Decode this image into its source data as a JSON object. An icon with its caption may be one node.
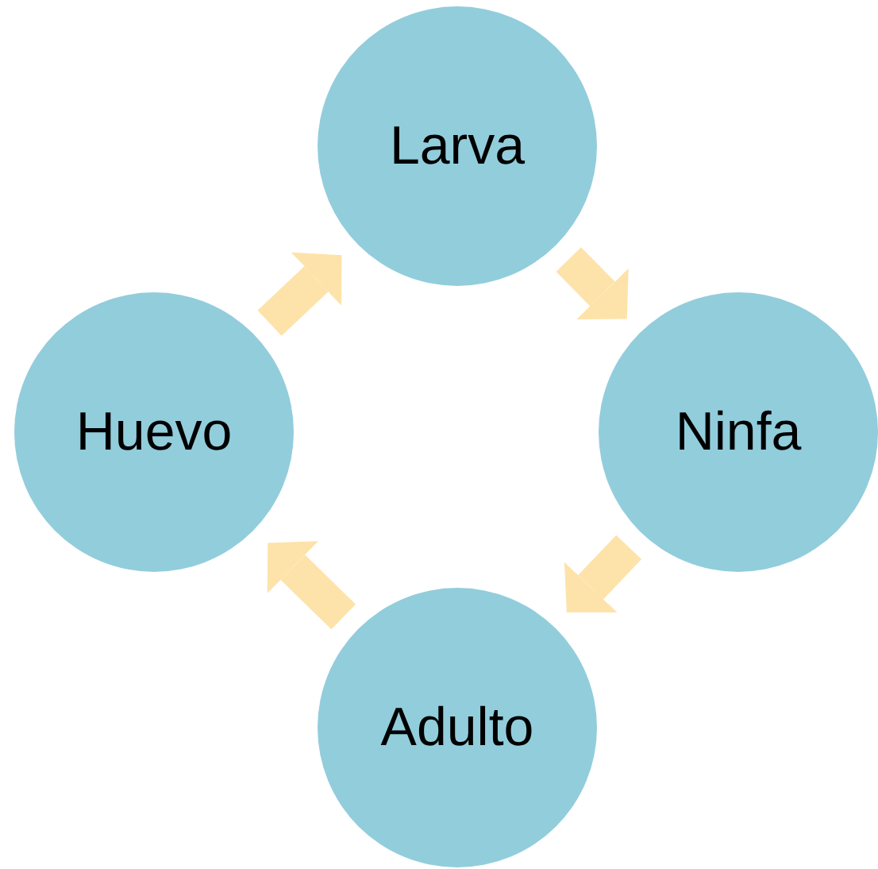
{
  "diagram": {
    "nodes": [
      {
        "text": [
          "Larva"
        ]
      },
      {
        "text": [
          "Ninfa"
        ]
      },
      {
        "text": [
          "Adulto"
        ]
      },
      {
        "text": [
          "Huevo"
        ]
      }
    ],
    "edges": [
      {
        "from": 3,
        "to": 0,
        "arrow": "to"
      },
      {
        "from": 0,
        "to": 1,
        "arrow": "to"
      },
      {
        "from": 1,
        "to": 2,
        "arrow": "to"
      },
      {
        "from": 2,
        "to": 3,
        "arrow": "to"
      }
    ]
  }
}
